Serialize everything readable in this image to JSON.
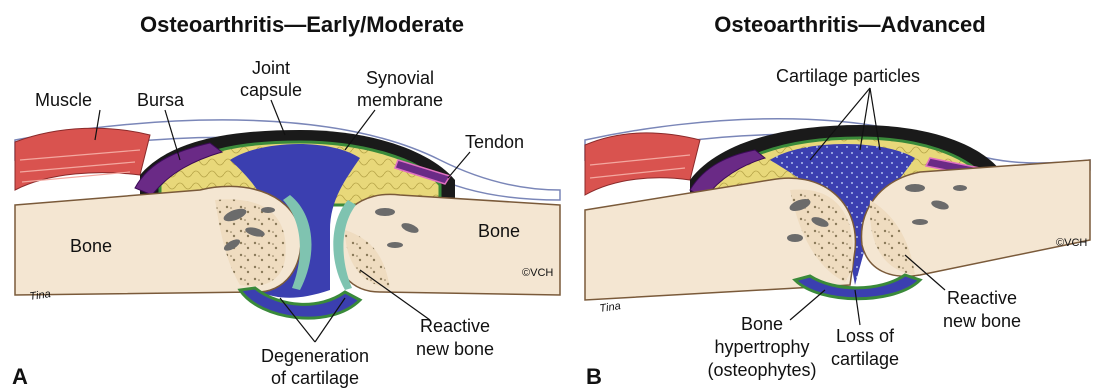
{
  "panel_a": {
    "title": "Osteoarthritis—Early/Moderate",
    "letter": "A",
    "copyright": "©VCH",
    "signature": "Tina",
    "labels": {
      "muscle": "Muscle",
      "bursa": "Bursa",
      "joint_capsule_1": "Joint",
      "joint_capsule_2": "capsule",
      "synovial_1": "Synovial",
      "synovial_2": "membrane",
      "tendon": "Tendon",
      "bone_left": "Bone",
      "bone_right": "Bone",
      "reactive_1": "Reactive",
      "reactive_2": "new bone",
      "degeneration_1": "Degeneration",
      "degeneration_2": "of cartilage"
    }
  },
  "panel_b": {
    "title": "Osteoarthritis—Advanced",
    "letter": "B",
    "copyright": "©VCH",
    "signature": "Tina",
    "labels": {
      "particles": "Cartilage particles",
      "hypertrophy_1": "Bone",
      "hypertrophy_2": "hypertrophy",
      "hypertrophy_3": "(osteophytes)",
      "loss_1": "Loss of",
      "loss_2": "cartilage",
      "reactive_1": "Reactive",
      "reactive_2": "new bone"
    }
  },
  "colors": {
    "muscle": "#d9534f",
    "bursa": "#6a2a86",
    "fat": "#e6d77a",
    "synovial_fluid": "#3b3fb0",
    "capsule_green": "#3a8a3a",
    "bone": "#f4e6d2",
    "cartilage": "#7fc3b0"
  }
}
